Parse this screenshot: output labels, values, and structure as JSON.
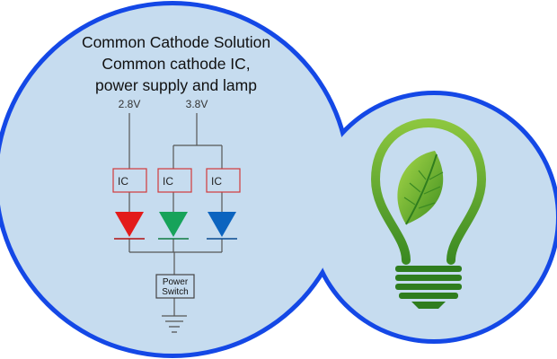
{
  "title_lines": [
    "Common Cathode Solution",
    "Common cathode IC,",
    "power supply and lamp"
  ],
  "voltages": {
    "left": "2.8V",
    "right": "3.8V"
  },
  "ic_label": "IC",
  "switch_label": [
    "Power",
    "Switch"
  ],
  "colors": {
    "bubble_fill": "#c6dcef",
    "bubble_border": "#1448e6",
    "ic_border": "#d23a3a",
    "led_red": "#e31b1b",
    "led_green": "#17a35a",
    "led_blue": "#0c64bf",
    "bulb_green": "#5aa62c",
    "bulb_base": "#2f7d1e"
  },
  "bulb_icon": "lightbulb-with-leaf-icon"
}
